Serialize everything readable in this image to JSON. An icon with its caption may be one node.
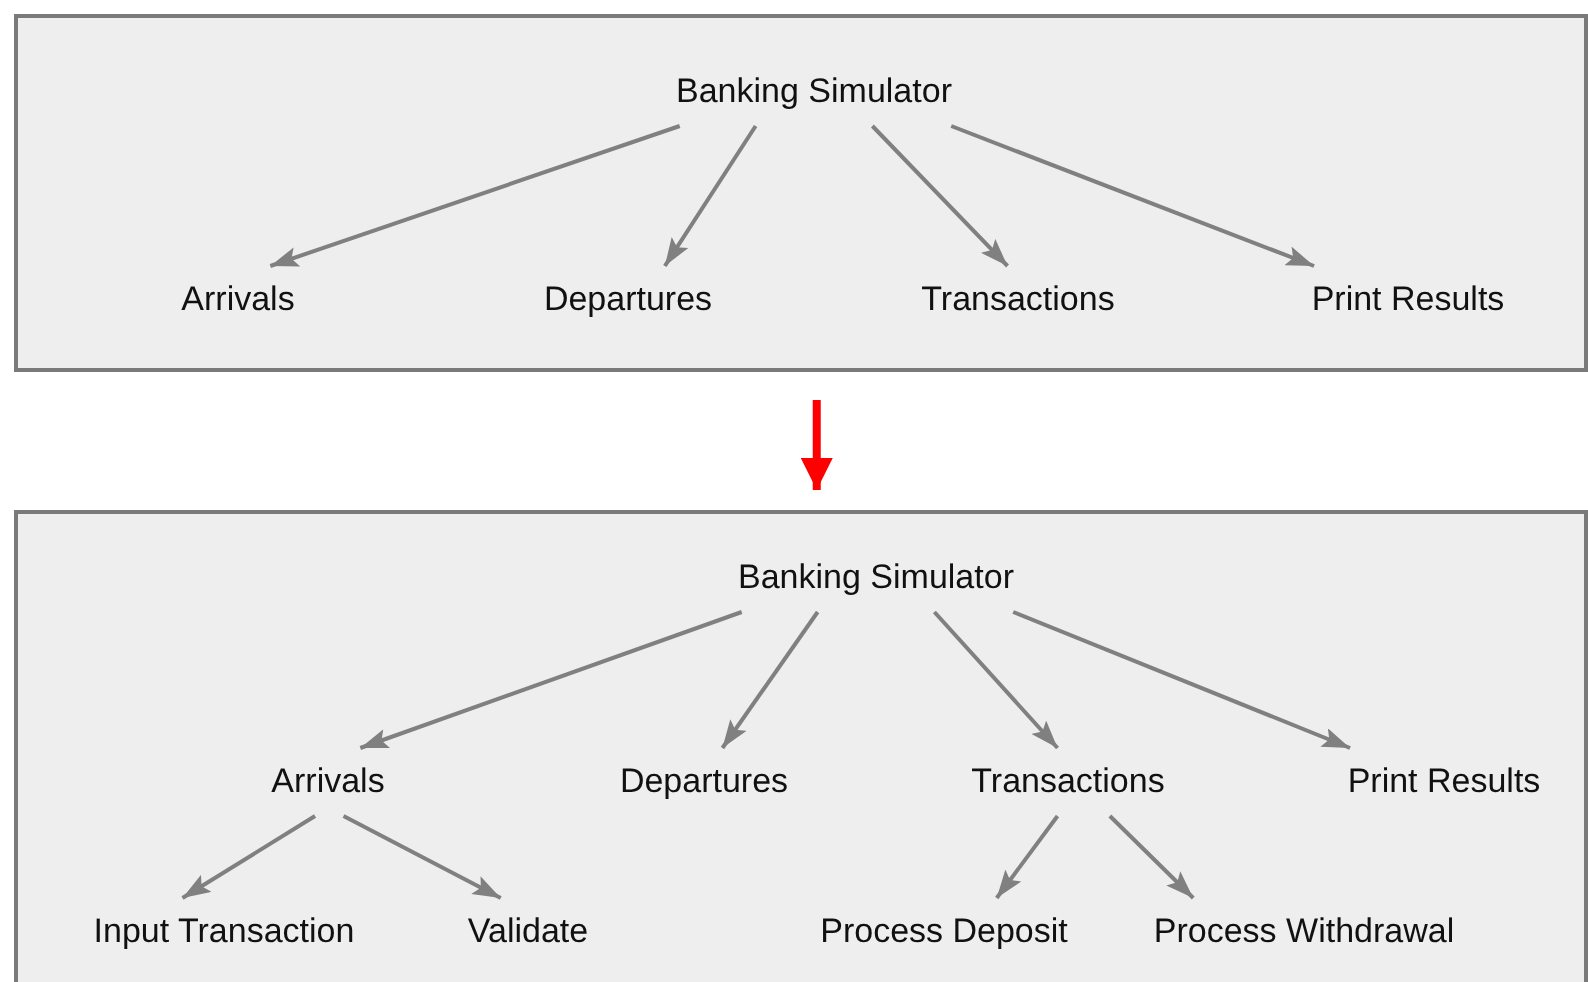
{
  "diagram": {
    "nodes": [
      {
        "text": [],
        "shape": "box"
      },
      {
        "text": [
          "Banking Simulator"
        ],
        "in": 0
      },
      {
        "text": [
          "Arrivals"
        ],
        "in": 0
      },
      {
        "text": [
          "Departures"
        ],
        "in": 0
      },
      {
        "text": [
          "Transactions"
        ],
        "in": 0
      },
      {
        "text": [
          "Print Results"
        ],
        "in": 0
      },
      {
        "text": [],
        "shape": "box"
      },
      {
        "text": [
          "Banking Simulator"
        ],
        "in": 6
      },
      {
        "text": [
          "Arrivals"
        ],
        "in": 6
      },
      {
        "text": [
          "Departures"
        ],
        "in": 6
      },
      {
        "text": [
          "Transactions"
        ],
        "in": 6
      },
      {
        "text": [
          "Print Results"
        ],
        "in": 6
      },
      {
        "text": [
          "Input Transaction"
        ],
        "in": 6
      },
      {
        "text": [
          "Validate"
        ],
        "in": 6
      },
      {
        "text": [
          "Process Deposit"
        ],
        "in": 6
      },
      {
        "text": [
          "Process Withdrawal"
        ],
        "in": 6
      }
    ],
    "edges": [
      {
        "from": 1,
        "to": 2,
        "arrow": "to"
      },
      {
        "from": 1,
        "to": 3,
        "arrow": "to"
      },
      {
        "from": 1,
        "to": 4,
        "arrow": "to"
      },
      {
        "from": 1,
        "to": 5,
        "arrow": "to"
      },
      {
        "from": 0,
        "to": 6,
        "arrow": "to",
        "style": "thick",
        "color": "#ff0000"
      },
      {
        "from": 7,
        "to": 8,
        "arrow": "to"
      },
      {
        "from": 7,
        "to": 9,
        "arrow": "to"
      },
      {
        "from": 7,
        "to": 10,
        "arrow": "to"
      },
      {
        "from": 7,
        "to": 11,
        "arrow": "to"
      },
      {
        "from": 8,
        "to": 12,
        "arrow": "to"
      },
      {
        "from": 8,
        "to": 13,
        "arrow": "to"
      },
      {
        "from": 10,
        "to": 14,
        "arrow": "to"
      },
      {
        "from": 10,
        "to": 15,
        "arrow": "to"
      }
    ]
  }
}
